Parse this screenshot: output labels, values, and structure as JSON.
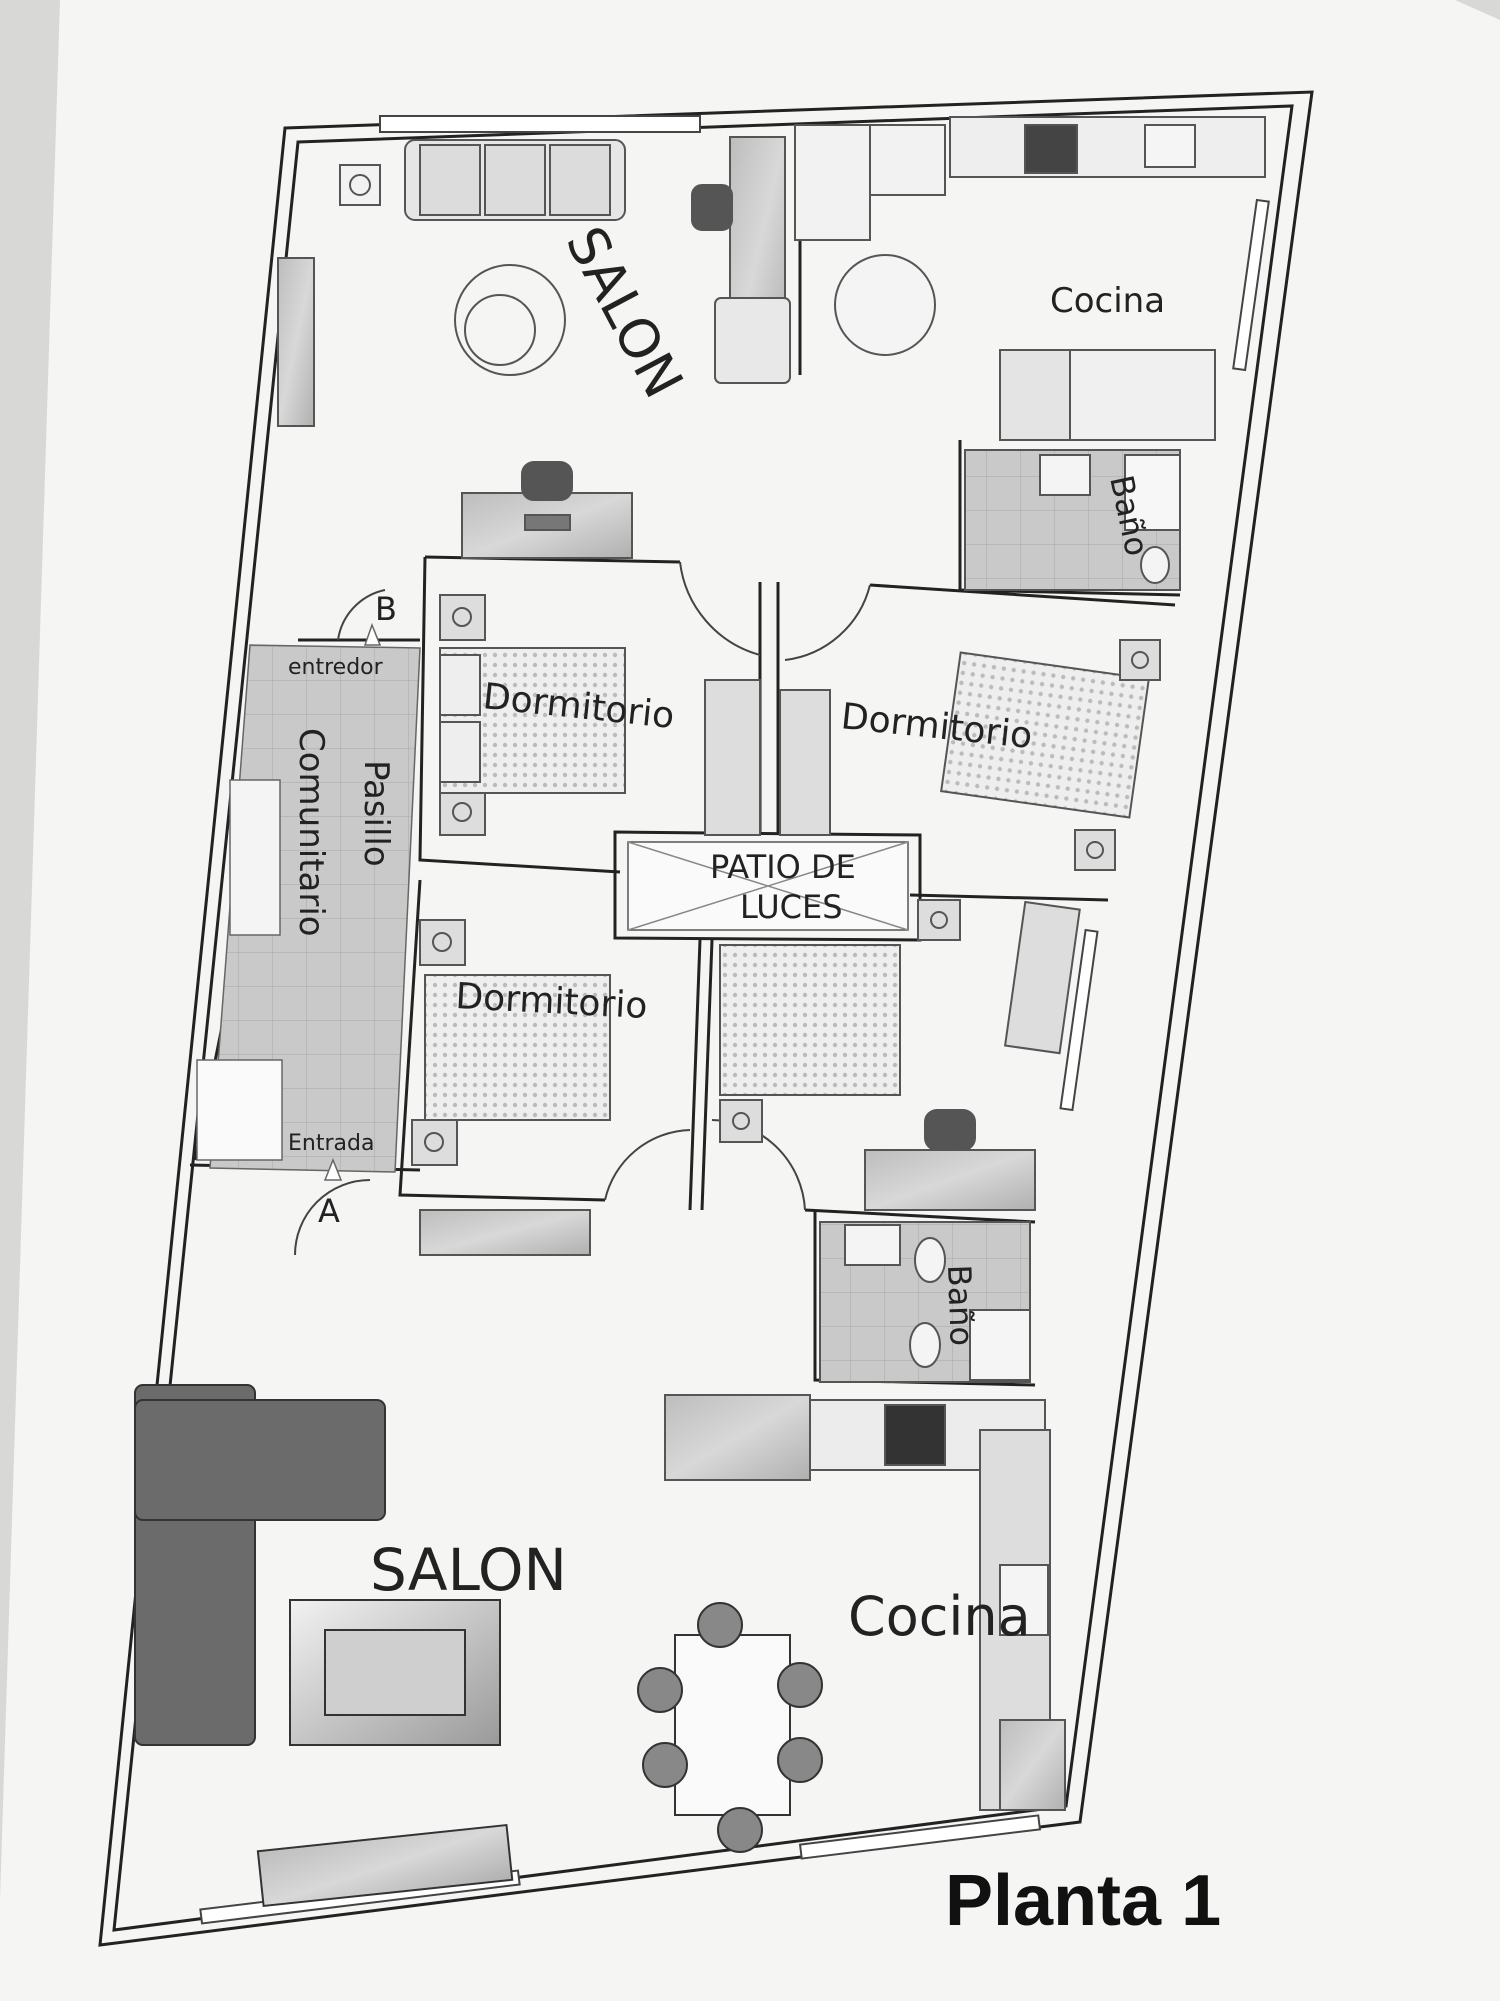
{
  "plan": {
    "title": "Planta 1",
    "rooms": {
      "salon_top": "SALON",
      "cocina_top": "Cocina",
      "bano_top": "Baño",
      "dormitorio_1": "Dormitorio",
      "dormitorio_2": "Dormitorio",
      "dormitorio_3": "Dormitorio",
      "patio_line1": "PATIO DE",
      "patio_line2": "LUCES",
      "pasillo_line1": "Pasillo",
      "pasillo_line2": "Comunitario",
      "entredor": "entredor",
      "entrada": "Entrada",
      "door_a": "A",
      "door_b": "B",
      "bano_bottom": "Baño",
      "salon_bottom": "SALON",
      "cocina_bottom": "Cocina"
    }
  }
}
